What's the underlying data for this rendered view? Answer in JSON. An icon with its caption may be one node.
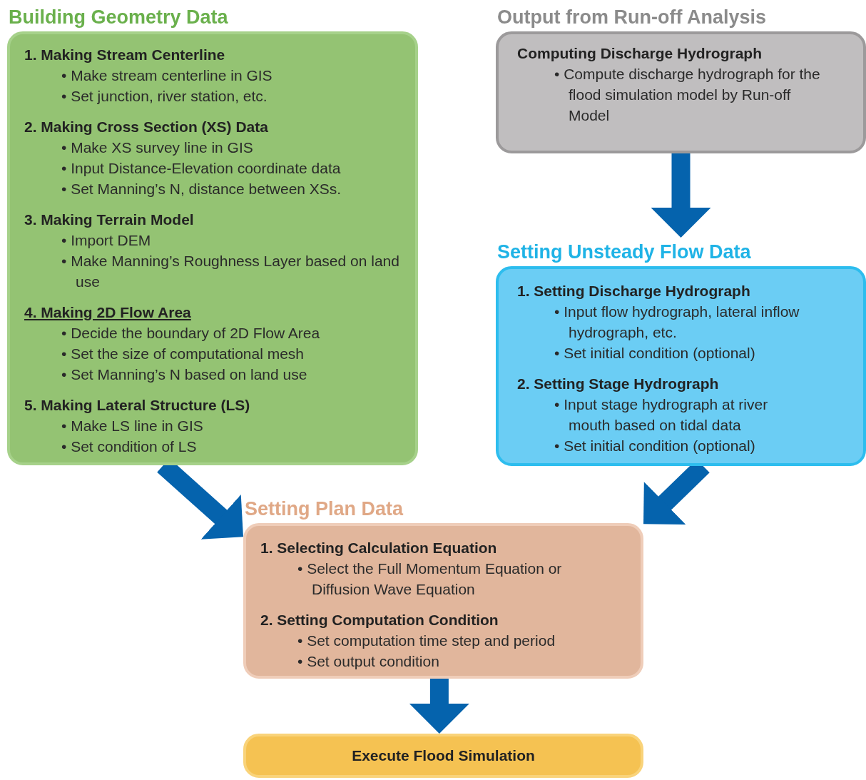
{
  "diagram": {
    "nodes": [
      {
        "text": [
          "Building Geometry Data",
          "1. Making Stream Centerline",
          "• Make stream centerline in GIS",
          "• Set junction, river station, etc.",
          "2. Making Cross Section (XS) Data",
          "• Make XS survey line in GIS",
          "• Input Distance-Elevation coordinate data",
          "• Set Manning’s N, distance between XSs.",
          "3. Making Terrain Model",
          "• Import DEM",
          "• Make Manning’s Roughness Layer based on land use",
          "4. Making 2D Flow Area",
          "• Decide the boundary of 2D Flow Area",
          "• Set the size of computational mesh",
          "• Set Manning’s N based on land use",
          "5. Making Lateral Structure (LS)",
          "• Make LS line in GIS",
          "• Set condition of LS"
        ]
      },
      {
        "text": [
          "Output from Run-off Analysis",
          "Computing Discharge Hydrograph",
          "• Compute discharge hydrograph for the flood simulation model by Run-off Model"
        ]
      },
      {
        "text": [
          "Setting Unsteady Flow Data",
          "1. Setting Discharge Hydrograph",
          "• Input flow hydrograph, lateral inflow hydrograph, etc.",
          "• Set initial condition (optional)",
          "2. Setting Stage Hydrograph",
          "• Input stage hydrograph at river mouth based on tidal data",
          "• Set initial condition (optional)"
        ]
      },
      {
        "text": [
          "Setting Plan Data",
          "1. Selecting Calculation Equation",
          "• Select the Full Momentum Equation or Diffusion Wave Equation",
          "2. Setting Computation Condition",
          "• Set computation time step and period",
          "• Set output condition"
        ]
      },
      {
        "text": [
          "Execute Flood Simulation"
        ]
      }
    ],
    "edges": [
      {
        "from": 0,
        "to": 3,
        "arrow": "to"
      },
      {
        "from": 1,
        "to": 2,
        "arrow": "to"
      },
      {
        "from": 2,
        "to": 3,
        "arrow": "to"
      },
      {
        "from": 3,
        "to": 4,
        "arrow": "to"
      }
    ]
  }
}
